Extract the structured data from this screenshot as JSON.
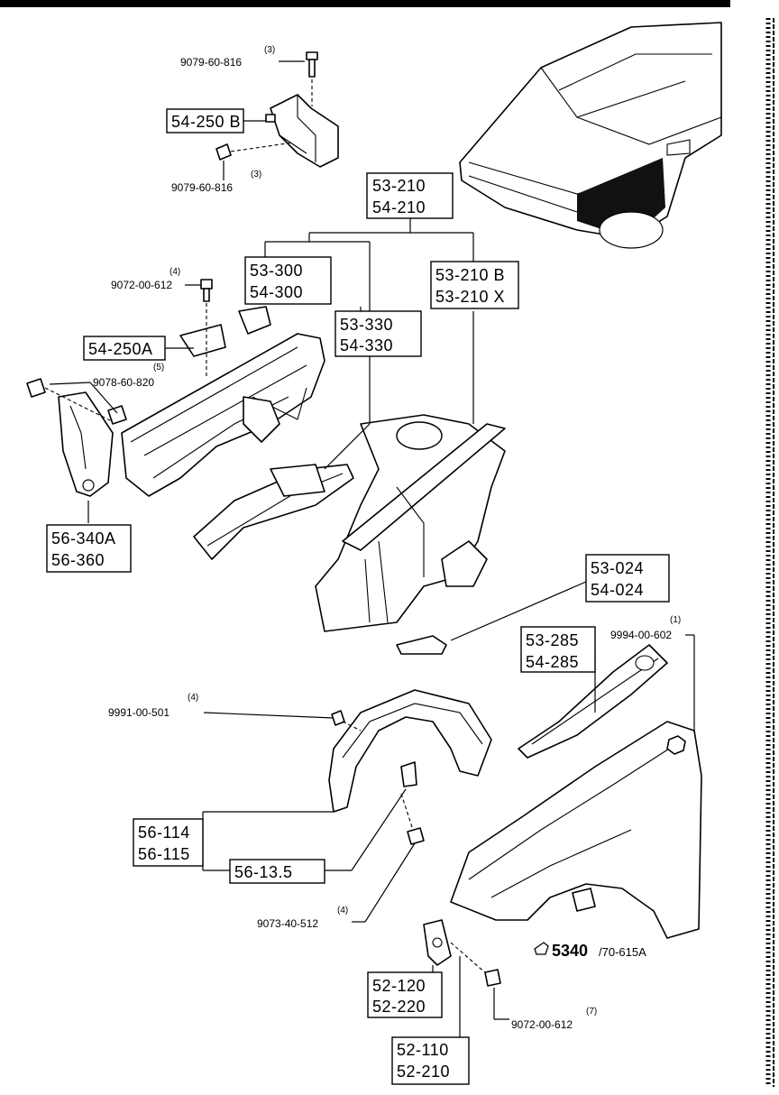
{
  "callouts": {
    "bolt_top": {
      "qty": "(3)",
      "num": "9079-60-816"
    },
    "bolt_side": {
      "qty": "(3)",
      "num": "9079-60-816"
    },
    "bolt_9072_upper": {
      "qty": "(4)",
      "num": "9072-00-612"
    },
    "bolt_9078": {
      "qty": "(5)",
      "num": "9078-60-820"
    },
    "clip_9991": {
      "qty": "(4)",
      "num": "9991-00-501"
    },
    "nut_9994": {
      "qty": "(1)",
      "num": "9994-00-602"
    },
    "screw_9073": {
      "qty": "(4)",
      "num": "9073-40-512"
    },
    "bolt_9072_lower": {
      "qty": "(7)",
      "num": "9072-00-612"
    }
  },
  "boxes": {
    "b_54250b": [
      "54-250 B"
    ],
    "b_54250a": [
      "54-250A"
    ],
    "b_53210": [
      "53-210",
      "54-210"
    ],
    "b_53300": [
      "53-300",
      "54-300"
    ],
    "b_53330": [
      "53-330",
      "54-330"
    ],
    "b_53210b": [
      "53-210 B",
      "53-210 X"
    ],
    "b_56340": [
      "56-340A",
      "56-360"
    ],
    "b_53024": [
      "53-024",
      "54-024"
    ],
    "b_53285": [
      "53-285",
      "54-285"
    ],
    "b_56114": [
      "56-114",
      "56-115"
    ],
    "b_56135": [
      "56-13.5"
    ],
    "b_52120": [
      "52-120",
      "52-220"
    ],
    "b_52110": [
      "52-110",
      "52-210"
    ]
  },
  "reference": {
    "main": "5340",
    "suffix": "/70-615A"
  },
  "icons": [
    "car-icon",
    "bolt-icon",
    "nut-icon",
    "clip-icon",
    "reference-arrow-icon"
  ]
}
